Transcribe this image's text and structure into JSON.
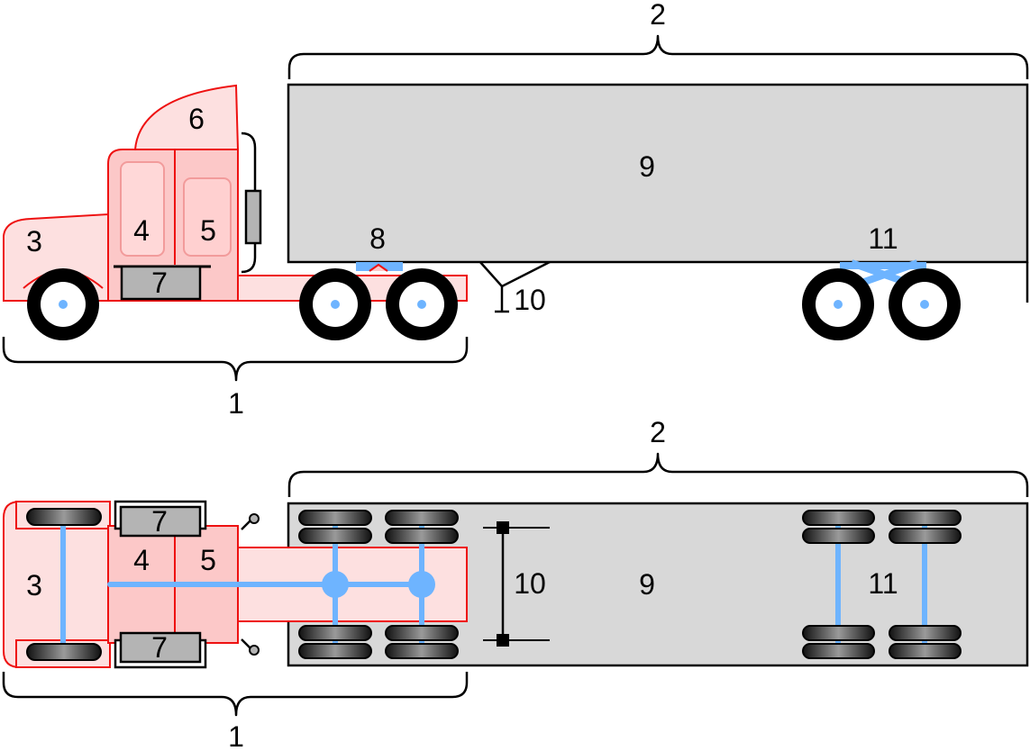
{
  "colors": {
    "tractor_fill": "#fde0e0",
    "tractor_stroke": "#ee1111",
    "trailer_fill": "#d8d8d8",
    "axle": "#6eb4ff",
    "tank": "#b4b4b4"
  },
  "side_view": {
    "labels": {
      "tractor": "1",
      "trailer": "2",
      "hood": "3",
      "cab_front": "4",
      "cab_rear": "5",
      "fairing": "6",
      "fuel_tank": "7",
      "fifth_wheel": "8",
      "trailer_body": "9",
      "landing_gear": "10",
      "trailer_axles": "11"
    }
  },
  "top_view": {
    "labels": {
      "tractor": "1",
      "trailer": "2",
      "hood": "3",
      "cab_front": "4",
      "cab_rear": "5",
      "fuel_tank_upper": "7",
      "fuel_tank_lower": "7",
      "trailer_body": "9",
      "landing_gear": "10",
      "trailer_axles": "11"
    }
  }
}
